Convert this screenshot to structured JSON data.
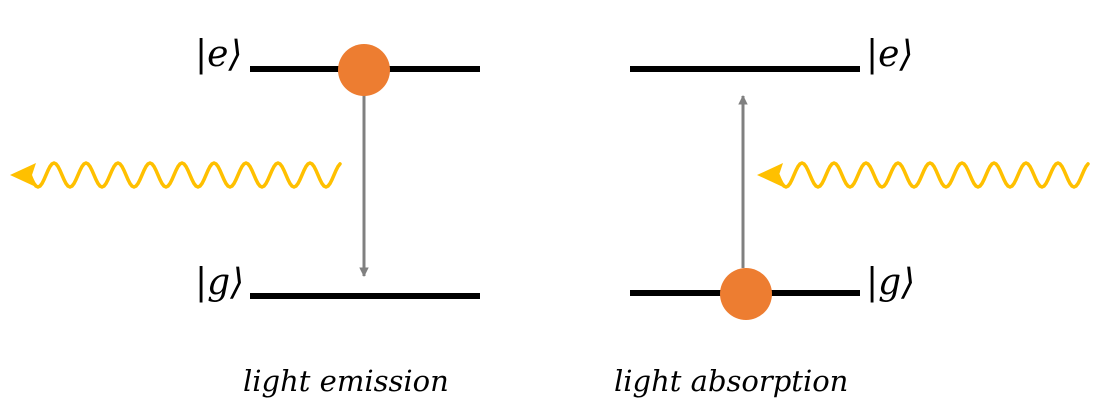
{
  "colors": {
    "background": "#ffffff",
    "level_line": "#000000",
    "electron": "#ED7D31",
    "photon": "#FFC000",
    "transition_arrow": "#808080"
  },
  "panels": [
    {
      "name": "emission",
      "excited_label": "|e⟩",
      "ground_label": "|g⟩",
      "caption": "light emission",
      "electron_level": "excited",
      "transition": "down",
      "photon_direction": "outgoing-left"
    },
    {
      "name": "absorption",
      "excited_label": "|e⟩",
      "ground_label": "|g⟩",
      "caption": "light absorption",
      "electron_level": "ground",
      "transition": "up",
      "photon_direction": "incoming-left"
    }
  ],
  "icons": {
    "electron": "electron-dot-icon",
    "photon": "wavy-photon-arrow-icon"
  }
}
